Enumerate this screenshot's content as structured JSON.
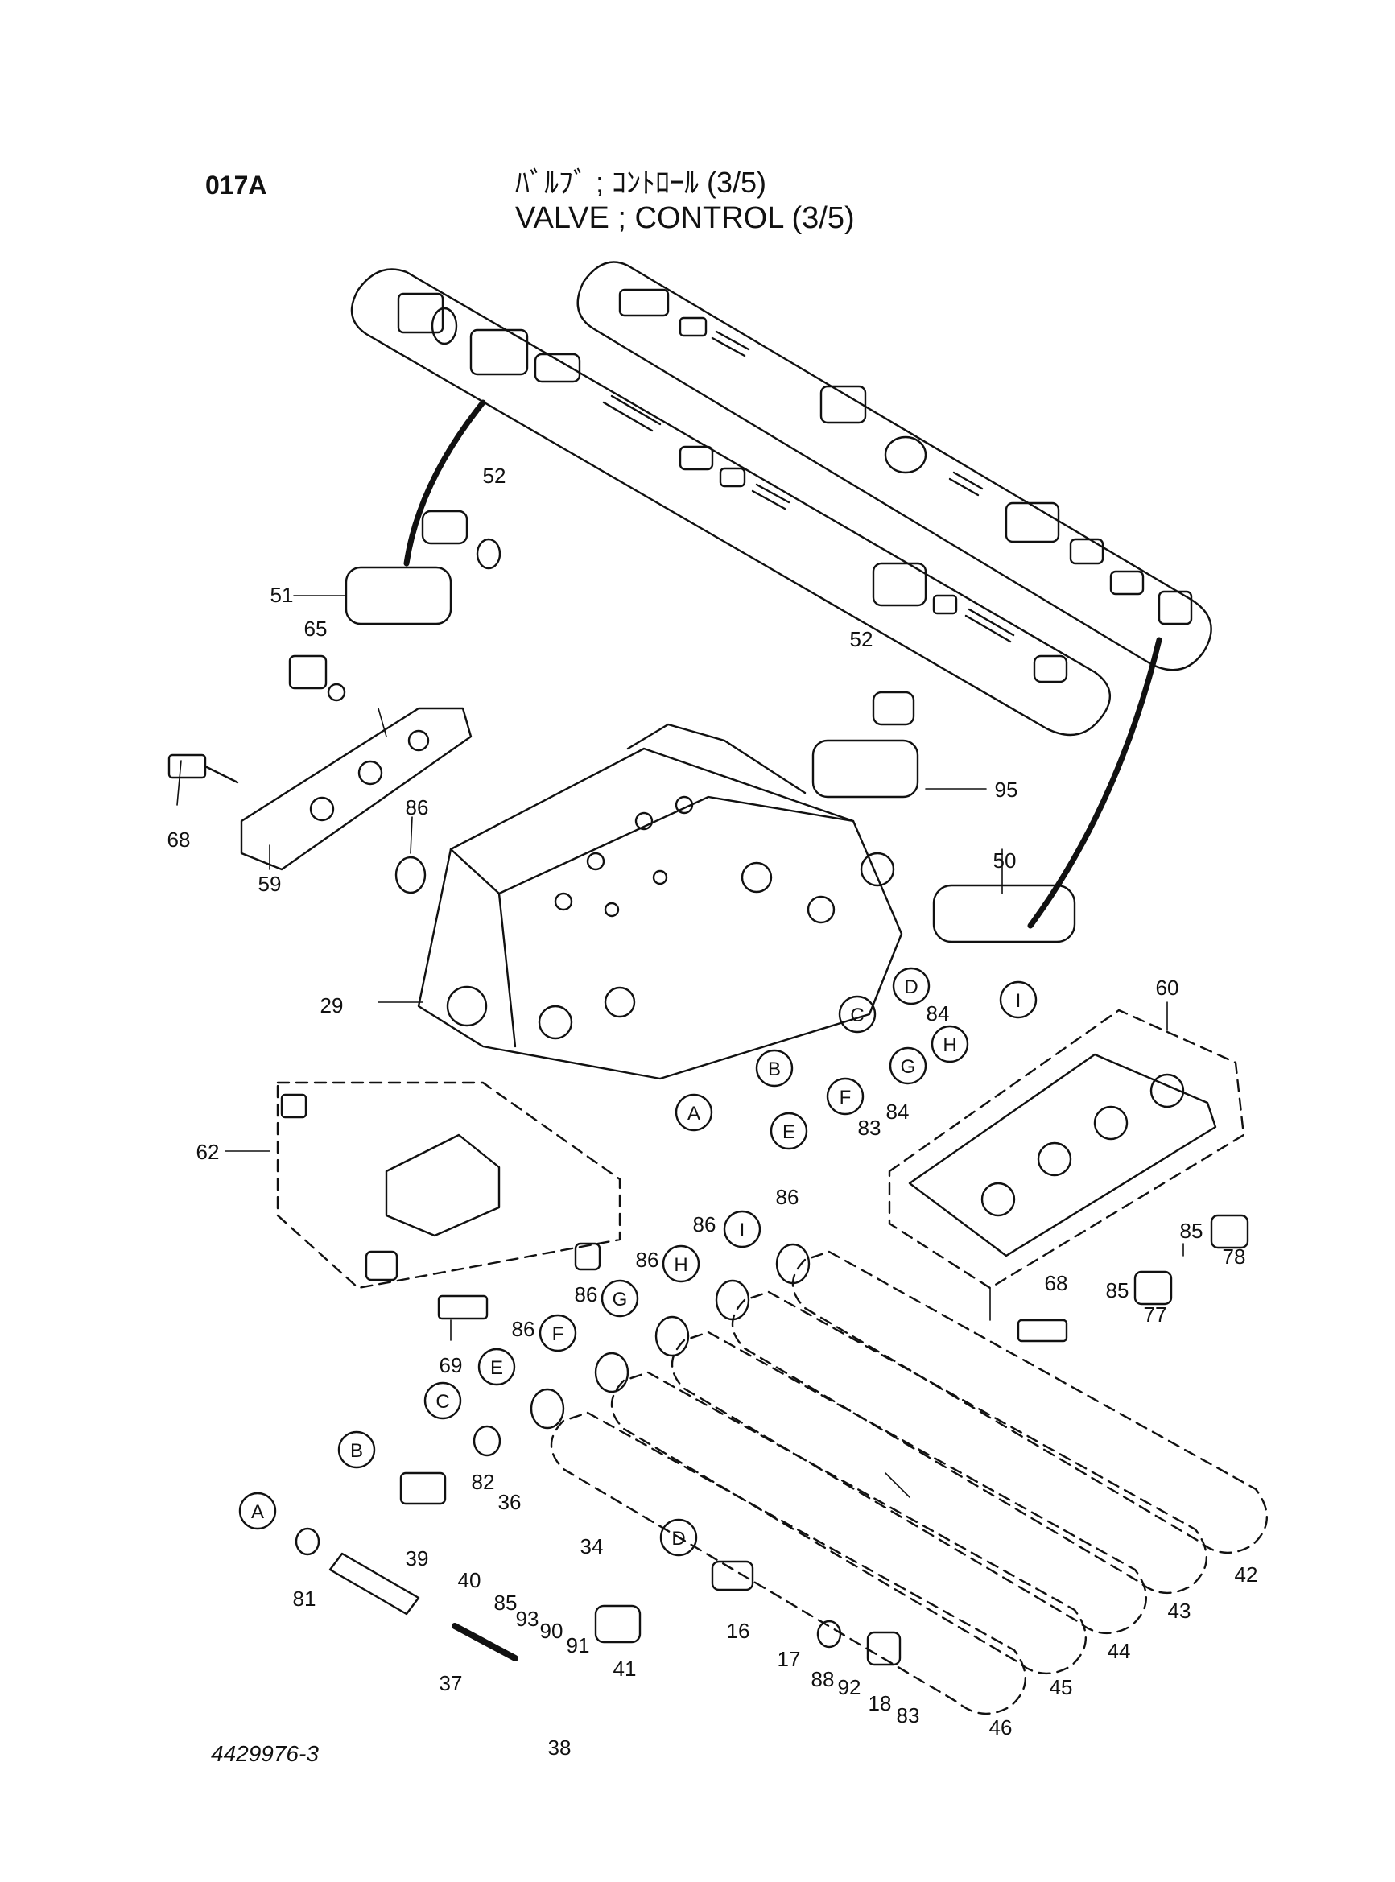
{
  "header": {
    "page_code": "017A",
    "title_jp": "ﾊﾞﾙﾌﾞ ; ｺﾝﾄﾛｰﾙ (3/5)",
    "title_en": "VALVE ; CONTROL (3/5)"
  },
  "drawing_number": "4429976-3",
  "callouts": [
    {
      "id": "c52a",
      "label": "52"
    },
    {
      "id": "c51",
      "label": "51"
    },
    {
      "id": "c65",
      "label": "65"
    },
    {
      "id": "c68a",
      "label": "68"
    },
    {
      "id": "c59",
      "label": "59"
    },
    {
      "id": "c86a",
      "label": "86"
    },
    {
      "id": "c52b",
      "label": "52"
    },
    {
      "id": "c95",
      "label": "95"
    },
    {
      "id": "c50",
      "label": "50"
    },
    {
      "id": "c29",
      "label": "29"
    },
    {
      "id": "c84a",
      "label": "84"
    },
    {
      "id": "c84b",
      "label": "84"
    },
    {
      "id": "c83a",
      "label": "83"
    },
    {
      "id": "c60",
      "label": "60"
    },
    {
      "id": "c62",
      "label": "62"
    },
    {
      "id": "c85a",
      "label": "85"
    },
    {
      "id": "c78",
      "label": "78"
    },
    {
      "id": "c85b",
      "label": "85"
    },
    {
      "id": "c77",
      "label": "77"
    },
    {
      "id": "c68b",
      "label": "68"
    },
    {
      "id": "c69",
      "label": "69"
    },
    {
      "id": "c86b",
      "label": "86"
    },
    {
      "id": "c86c",
      "label": "86"
    },
    {
      "id": "c86d",
      "label": "86"
    },
    {
      "id": "c86e",
      "label": "86"
    },
    {
      "id": "c86f",
      "label": "86"
    },
    {
      "id": "c82",
      "label": "82"
    },
    {
      "id": "c36",
      "label": "36"
    },
    {
      "id": "c34",
      "label": "34"
    },
    {
      "id": "c39",
      "label": "39"
    },
    {
      "id": "c40",
      "label": "40"
    },
    {
      "id": "c81",
      "label": "81"
    },
    {
      "id": "c85c",
      "label": "85"
    },
    {
      "id": "c93",
      "label": "93"
    },
    {
      "id": "c90",
      "label": "90"
    },
    {
      "id": "c91",
      "label": "91"
    },
    {
      "id": "c41",
      "label": "41"
    },
    {
      "id": "c37",
      "label": "37"
    },
    {
      "id": "c38",
      "label": "38"
    },
    {
      "id": "c16",
      "label": "16"
    },
    {
      "id": "c17",
      "label": "17"
    },
    {
      "id": "c88",
      "label": "88"
    },
    {
      "id": "c92",
      "label": "92"
    },
    {
      "id": "c18",
      "label": "18"
    },
    {
      "id": "c83b",
      "label": "83"
    },
    {
      "id": "c46",
      "label": "46"
    },
    {
      "id": "c45",
      "label": "45"
    },
    {
      "id": "c44",
      "label": "44"
    },
    {
      "id": "c43",
      "label": "43"
    },
    {
      "id": "c42",
      "label": "42"
    }
  ],
  "port_markers": [
    {
      "id": "pD1",
      "label": "D"
    },
    {
      "id": "pI1",
      "label": "I"
    },
    {
      "id": "pC1",
      "label": "C"
    },
    {
      "id": "pH1",
      "label": "H"
    },
    {
      "id": "pB1",
      "label": "B"
    },
    {
      "id": "pG1",
      "label": "G"
    },
    {
      "id": "pF1",
      "label": "F"
    },
    {
      "id": "pA1",
      "label": "A"
    },
    {
      "id": "pE1",
      "label": "E"
    },
    {
      "id": "pI2",
      "label": "I"
    },
    {
      "id": "pH2",
      "label": "H"
    },
    {
      "id": "pG2",
      "label": "G"
    },
    {
      "id": "pF2",
      "label": "F"
    },
    {
      "id": "pE2",
      "label": "E"
    },
    {
      "id": "pC2",
      "label": "C"
    },
    {
      "id": "pB2",
      "label": "B"
    },
    {
      "id": "pA2",
      "label": "A"
    },
    {
      "id": "pD2",
      "label": "D"
    }
  ]
}
